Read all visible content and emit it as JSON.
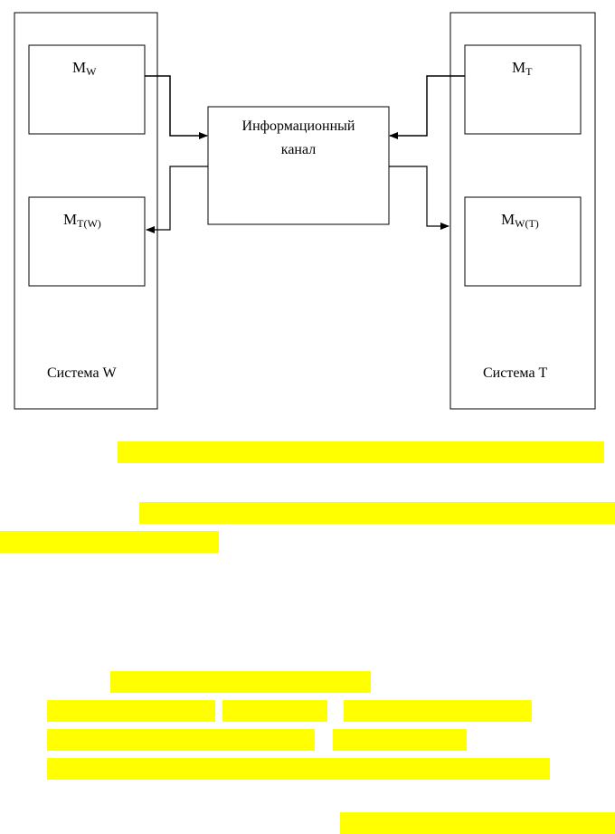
{
  "diagram": {
    "system_w": {
      "label": "Система W",
      "model_top": {
        "main": "M",
        "sub": "W"
      },
      "model_bottom": {
        "main": "M",
        "sub": "T(W)"
      }
    },
    "system_t": {
      "label": "Система T",
      "model_top": {
        "main": "M",
        "sub": "T"
      },
      "model_bottom": {
        "main": "M",
        "sub": "W(T)"
      }
    },
    "channel": {
      "line1": "Информационный",
      "line2": "канал"
    }
  },
  "colors": {
    "highlight": "#ffff00",
    "stroke": "#000000"
  }
}
